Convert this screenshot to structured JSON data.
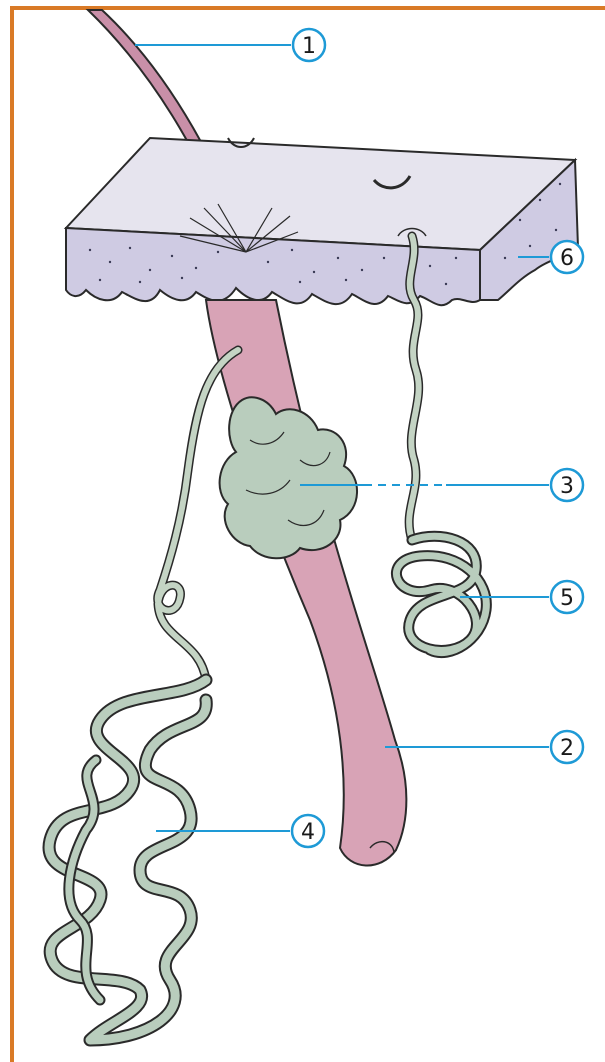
{
  "callouts": [
    {
      "id": "1",
      "label": "1"
    },
    {
      "id": "2",
      "label": "2"
    },
    {
      "id": "3",
      "label": "3"
    },
    {
      "id": "4",
      "label": "4"
    },
    {
      "id": "5",
      "label": "5"
    },
    {
      "id": "6",
      "label": "6"
    }
  ],
  "colors": {
    "border": "#d97a26",
    "leader": "#1e9ad6",
    "skin_top": "#e6e4ee",
    "skin_side": "#cfcbe3",
    "hair": "#c98fa8",
    "follicle": "#d8a3b6",
    "gland": "#b9cdbd",
    "outline": "#2a2a2a"
  }
}
